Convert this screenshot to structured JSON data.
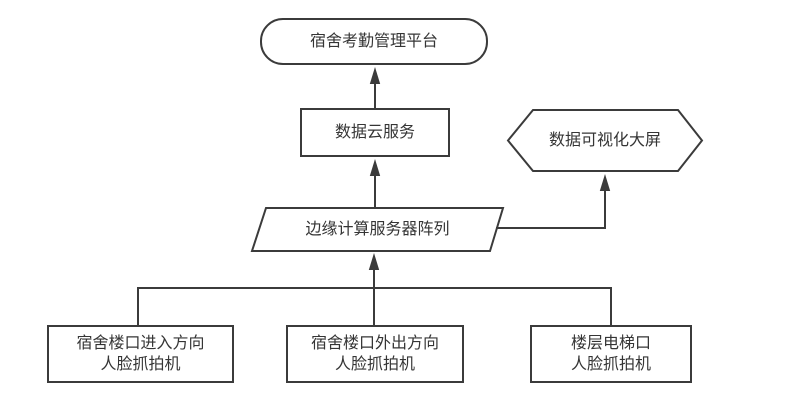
{
  "colors": {
    "background": "#ffffff",
    "stroke": "#3b3b3b",
    "text": "#353535",
    "fill": "#ffffff"
  },
  "nodes": {
    "platform": {
      "label": "宿舍考勤管理平台",
      "shape": "rounded-rectangle"
    },
    "cloud_service": {
      "label": "数据云服务",
      "shape": "rectangle"
    },
    "visualization_screen": {
      "label": "数据可视化大屏",
      "shape": "hexagon"
    },
    "edge_servers": {
      "label": "边缘计算服务器阵列",
      "shape": "parallelogram"
    },
    "camera_entry": {
      "label": "宿舍楼口进入方向\n人脸抓拍机",
      "shape": "rectangle"
    },
    "camera_exit": {
      "label": "宿舍楼口外出方向\n人脸抓拍机",
      "shape": "rectangle"
    },
    "camera_elevator": {
      "label": "楼层电梯口\n人脸抓拍机",
      "shape": "rectangle"
    }
  },
  "edges": [
    {
      "from": "数据云服务",
      "to": "宿舍考勤管理平台",
      "type": "arrow-up"
    },
    {
      "from": "边缘计算服务器阵列",
      "to": "数据云服务",
      "type": "arrow-up"
    },
    {
      "from": "边缘计算服务器阵列",
      "to": "数据可视化大屏",
      "type": "arrow-right-up"
    },
    {
      "from": "宿舍楼口进入方向人脸抓拍机",
      "to": "边缘计算服务器阵列",
      "type": "arrow-up"
    },
    {
      "from": "宿舍楼口外出方向人脸抓拍机",
      "to": "边缘计算服务器阵列",
      "type": "arrow-up"
    },
    {
      "from": "楼层电梯口人脸抓拍机",
      "to": "边缘计算服务器阵列",
      "type": "arrow-up"
    }
  ]
}
